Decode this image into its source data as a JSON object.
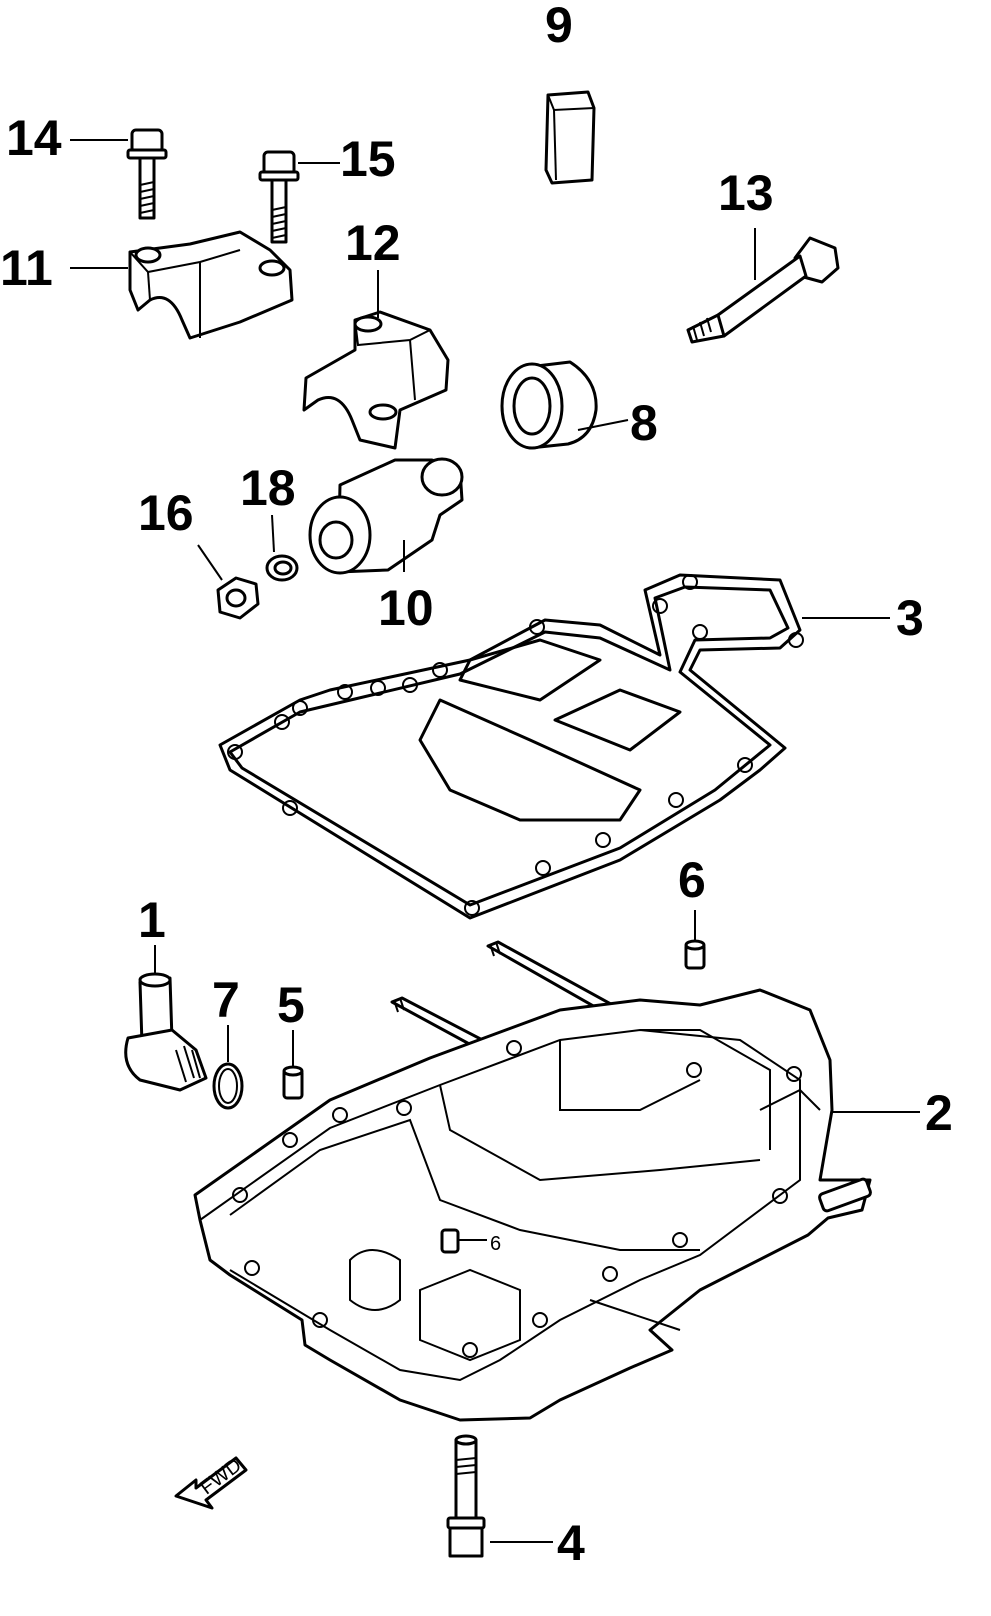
{
  "callouts": [
    {
      "id": "c1",
      "text": "1"
    },
    {
      "id": "c2",
      "text": "2"
    },
    {
      "id": "c3",
      "text": "3"
    },
    {
      "id": "c4",
      "text": "4"
    },
    {
      "id": "c5",
      "text": "5"
    },
    {
      "id": "c6",
      "text": "6"
    },
    {
      "id": "c6b",
      "text": "6"
    },
    {
      "id": "c7",
      "text": "7"
    },
    {
      "id": "c8",
      "text": "8"
    },
    {
      "id": "c9",
      "text": "9"
    },
    {
      "id": "c10",
      "text": "10"
    },
    {
      "id": "c11",
      "text": "11"
    },
    {
      "id": "c12",
      "text": "12"
    },
    {
      "id": "c13",
      "text": "13"
    },
    {
      "id": "c14",
      "text": "14"
    },
    {
      "id": "c15",
      "text": "15"
    },
    {
      "id": "c16",
      "text": "16"
    },
    {
      "id": "c18",
      "text": "18"
    }
  ],
  "fwd_arrow": {
    "text": "FWD"
  },
  "colors": {
    "line": "#000000",
    "background": "#ffffff"
  }
}
